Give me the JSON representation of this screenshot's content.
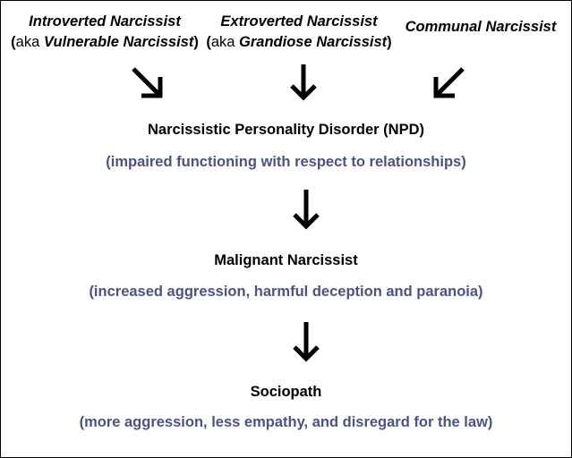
{
  "inputs": {
    "introverted": {
      "name": "Introverted Narcissist",
      "aka_open": "(",
      "aka_prefix": "aka ",
      "aka_name": "Vulnerable Narcissist",
      "aka_close": ")"
    },
    "extroverted": {
      "name": "Extroverted Narcissist",
      "aka_open": "(",
      "aka_prefix": "aka ",
      "aka_name": "Grandiose Narcissist",
      "aka_close": ")"
    },
    "communal": {
      "name": "Communal Narcissist"
    }
  },
  "stages": [
    {
      "title": "Narcissistic Personality Disorder (NPD)",
      "description": "(impaired functioning with respect to relationships)"
    },
    {
      "title": "Malignant Narcissist",
      "description": "(increased aggression, harmful deception and paranoia)"
    },
    {
      "title": "Sociopath",
      "description": "(more aggression, less empathy, and disregard for the law)"
    }
  ],
  "colors": {
    "text": "#000000",
    "description": "#4a5385",
    "arrow": "#000000",
    "border": "#000000"
  }
}
